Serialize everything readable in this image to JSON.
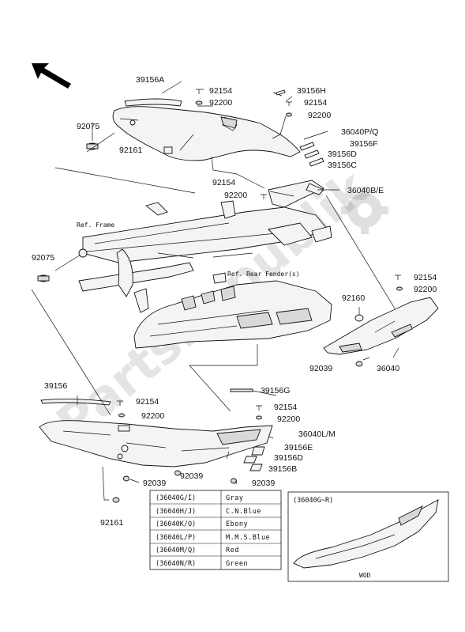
{
  "diagram": {
    "watermark": "PartsRepublik"
  },
  "labels": [
    "39156A",
    "92154",
    "92200",
    "39156H",
    "92154",
    "92200",
    "92075",
    "36040P/Q",
    "39156F",
    "92161",
    "39156D",
    "39156C",
    "92154",
    "36040B/E",
    "92200",
    "Ref. Frame",
    "92075",
    "Ref. Rear Fender(s)",
    "92154",
    "92200",
    "92160",
    "92039",
    "36040",
    "39156",
    "39156G",
    "92154",
    "92154",
    "92200",
    "92200",
    "36040L/M",
    "39156E",
    "39156D",
    "39156B",
    "92039",
    "92039",
    "92039",
    "92161"
  ],
  "color_table": [
    {
      "code": "(36040G/I)",
      "color": "Gray"
    },
    {
      "code": "(36040H/J)",
      "color": "C.N.Blue"
    },
    {
      "code": "(36040K/O)",
      "color": "Ebony"
    },
    {
      "code": "(36040L/P)",
      "color": "M.M.S.Blue"
    },
    {
      "code": "(36040M/Q)",
      "color": "Red"
    },
    {
      "code": "(36040N/R)",
      "color": "Green"
    }
  ],
  "inset": {
    "title": "(36040G~R)",
    "caption": "WOD"
  }
}
